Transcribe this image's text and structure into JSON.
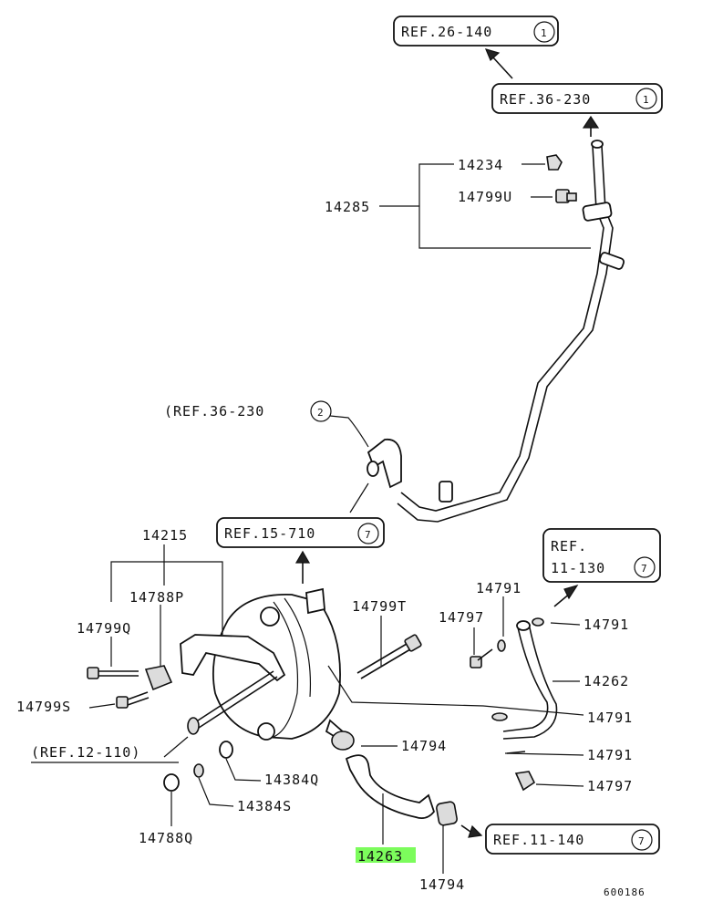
{
  "refs": {
    "r1": {
      "text": "REF.26-140",
      "circle": "1"
    },
    "r2": {
      "text": "REF.36-230",
      "circle": "1"
    },
    "r3": {
      "text": "(REF.36-230",
      "circle": "2"
    },
    "r4": {
      "text": "REF.15-710",
      "circle": "7"
    },
    "r5_line1": "REF.",
    "r5_line2": "11-130",
    "r5_circle": "7",
    "r6": "(REF.12-110)",
    "r7": {
      "text": "REF.11-140",
      "circle": "7"
    }
  },
  "parts": {
    "p14234": "14234",
    "p14799U": "14799U",
    "p14285": "14285",
    "p14215": "14215",
    "p14788P": "14788P",
    "p14799Q": "14799Q",
    "p14799S": "14799S",
    "p14799T": "14799T",
    "p14791_a": "14791",
    "p14797_a": "14797",
    "p14791_b": "14791",
    "p14262": "14262",
    "p14791_c": "14791",
    "p14794_a": "14794",
    "p14791_d": "14791",
    "p14384Q": "14384Q",
    "p14797_b": "14797",
    "p14384S": "14384S",
    "p14788Q": "14788Q",
    "p14263": "14263",
    "p14794_b": "14794"
  },
  "highlight_color": "#7CFC5C",
  "diagram_code": "600186"
}
